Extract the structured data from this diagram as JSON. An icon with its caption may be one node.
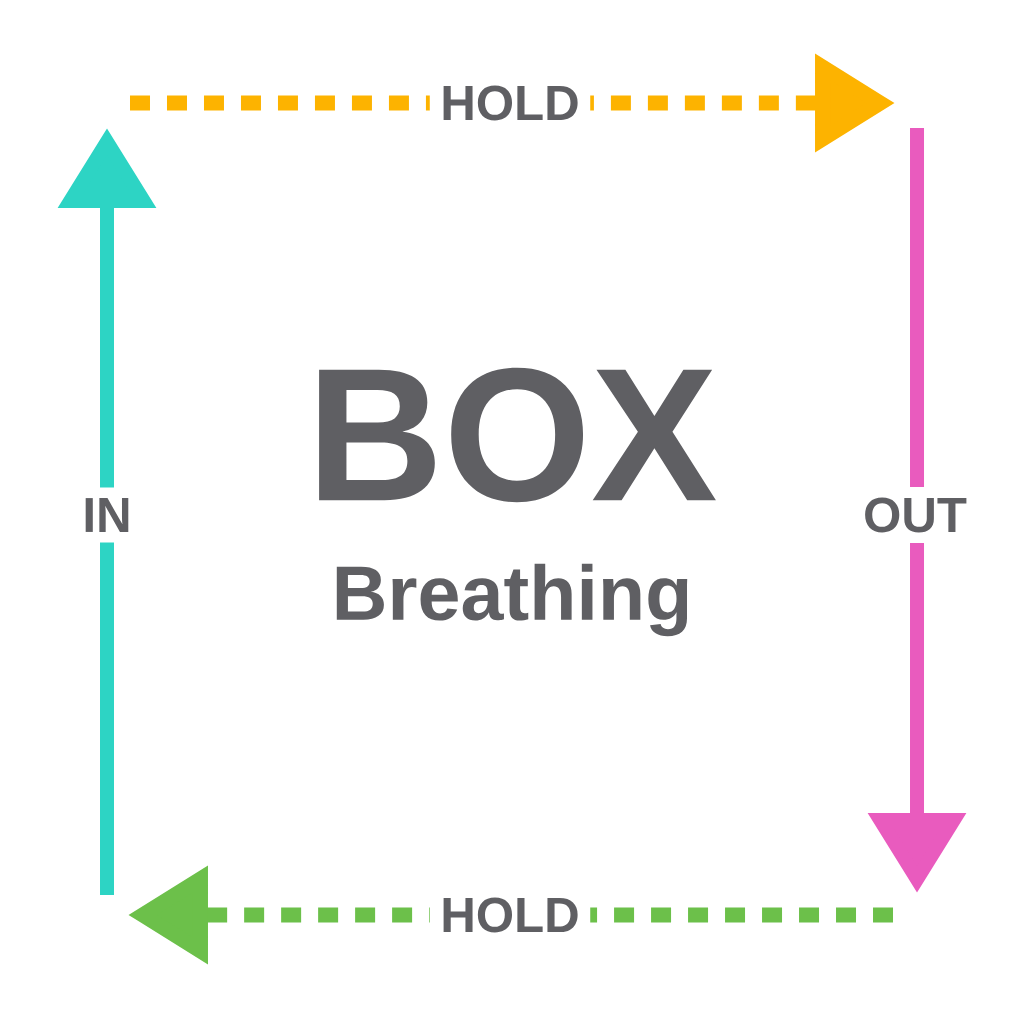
{
  "diagram": {
    "title": "BOX",
    "labels": [
      "HOLD",
      "IN",
      "Breathing",
      "OUT",
      "HOLD"
    ]
  }
}
